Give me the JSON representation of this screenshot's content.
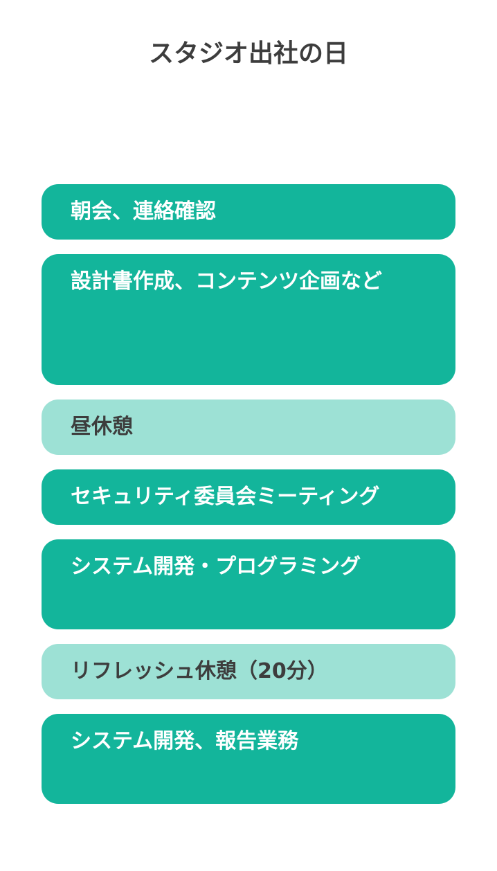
{
  "page": {
    "title": "スタジオ出社の日"
  },
  "colors": {
    "work_block": "#13b59b",
    "break_block": "#9de1d5",
    "title_text": "#3d3d3d",
    "work_text": "#ffffff",
    "break_text": "#3d3d3d",
    "background": "#ffffff"
  },
  "schedule": [
    {
      "label": "朝会、連絡確認",
      "kind": "work"
    },
    {
      "label": "設計書作成、コンテンツ企画など",
      "kind": "work"
    },
    {
      "label": "昼休憩",
      "kind": "break"
    },
    {
      "label": "セキュリティ委員会ミーティング",
      "kind": "work"
    },
    {
      "label": "システム開発・プログラミング",
      "kind": "work"
    },
    {
      "label": "リフレッシュ休憩（20分）",
      "kind": "break"
    },
    {
      "label": "システム開発、報告業務",
      "kind": "work"
    }
  ]
}
